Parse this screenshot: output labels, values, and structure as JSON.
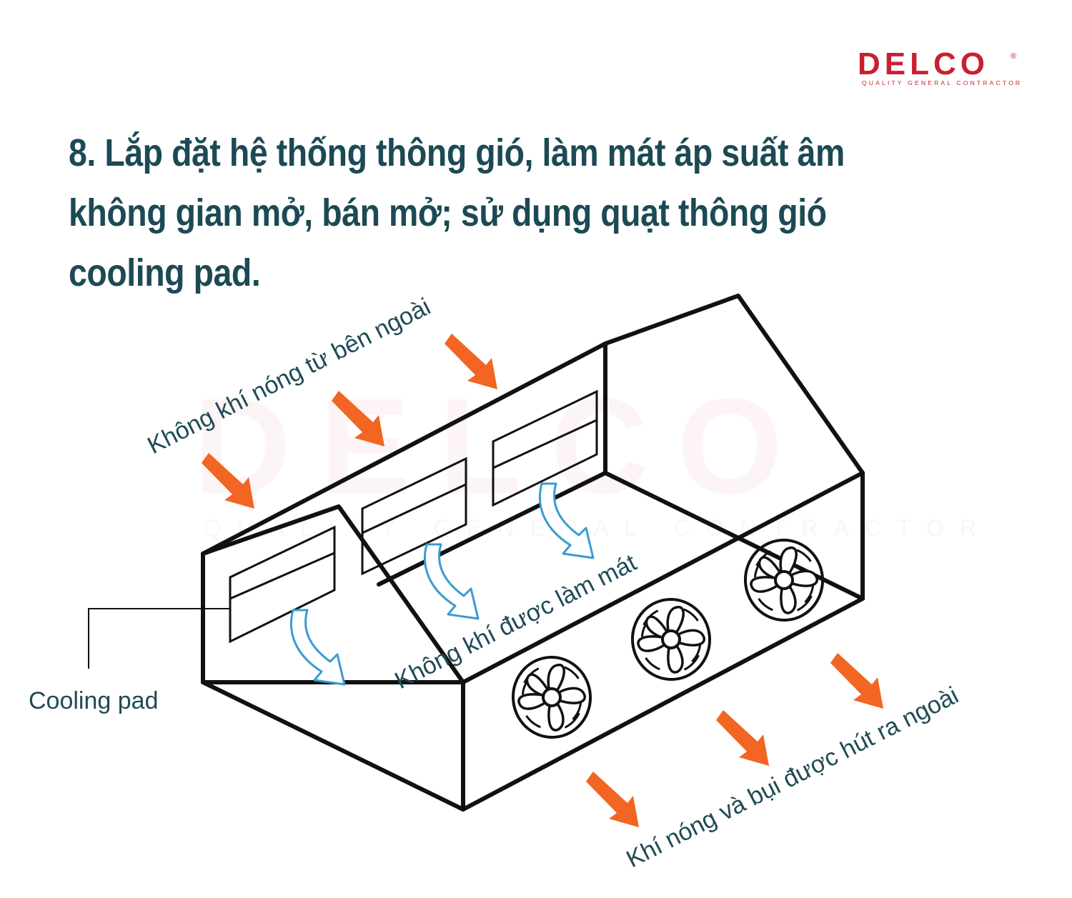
{
  "brand": {
    "name": "DELCO",
    "tagline": "QUALITY GENERAL CONTRACTOR",
    "registered_mark": "®",
    "color": "#c8202f"
  },
  "title": "8. Lắp đặt hệ thống thông gió, làm mát áp suất âm không gian mở, bán mở; sử dụng quạt thông gió cooling pad.",
  "labels": {
    "hot_air_outside": "Không khí nóng từ bên ngoài",
    "cooled_air": "Không khí được làm mát",
    "cooling_pad": "Cooling pad",
    "exhaust": "Khí nóng và bụi được hút ra ngoài"
  },
  "colors": {
    "title": "#1c4a54",
    "label_text": "#1f4b56",
    "hot_arrow": "#f26522",
    "cool_arrow": "#3a9bd1",
    "outline": "#111111"
  },
  "icons": [
    "orange-arrow-icon",
    "blue-curved-arrow-icon",
    "fan-icon"
  ]
}
